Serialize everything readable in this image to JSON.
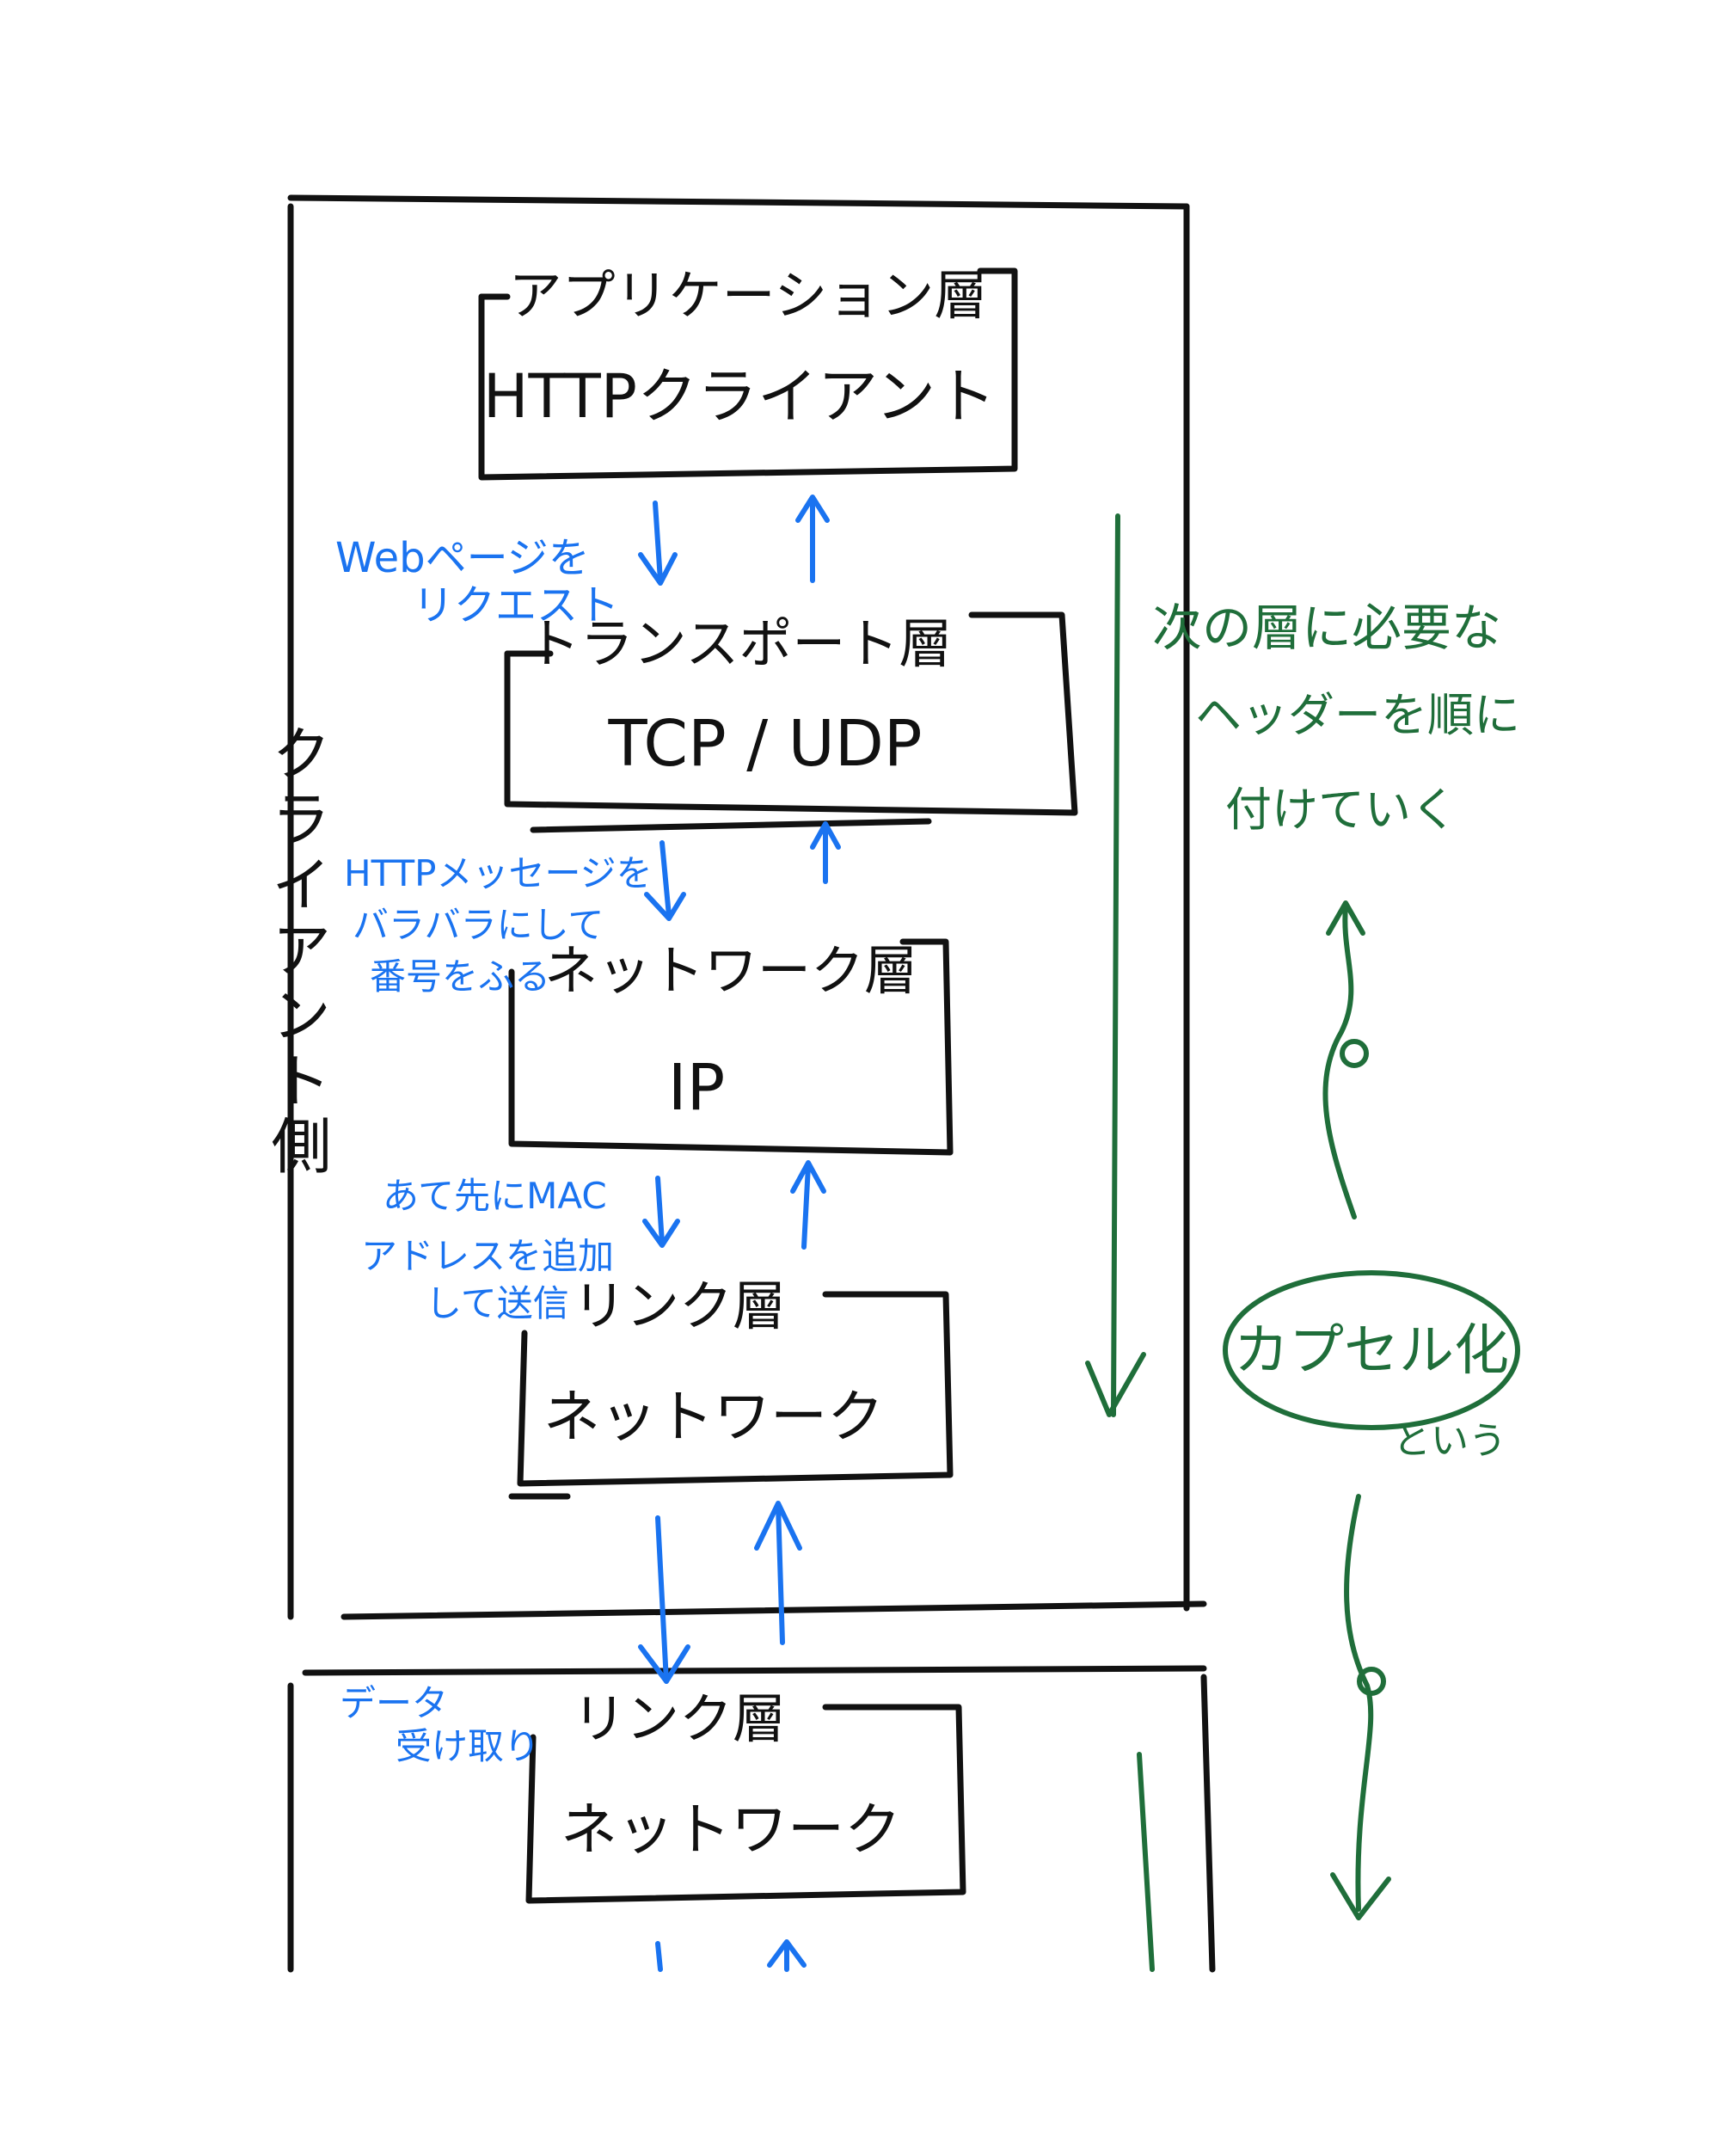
{
  "client_side_label": "クライアント側",
  "layers": [
    {
      "title": "アプリケーション層",
      "protocol": "HTTPクライアント"
    },
    {
      "title": "トランスポート層",
      "protocol": "TCP / UDP"
    },
    {
      "title": "ネットワーク層",
      "protocol": "IP"
    },
    {
      "title": "リンク層",
      "protocol": "ネットワーク"
    },
    {
      "title": "リンク層",
      "protocol": "ネットワーク"
    }
  ],
  "blue_notes": {
    "request": [
      "Webページを",
      "リクエスト"
    ],
    "split": [
      "HTTPメッセージを",
      "バラバラにして",
      "番号をふる"
    ],
    "mac": [
      "あて先にMAC",
      "アドレスを追加",
      "して送信"
    ],
    "receive": [
      "データ",
      "受け取り"
    ]
  },
  "green_notes": {
    "header": [
      "次の層に必要な",
      "ヘッダーを順に",
      "付けていく"
    ],
    "capsule": "カプセル化",
    "called": "という"
  },
  "colors": {
    "ink": "#111111",
    "blue": "#1a73f0",
    "green": "#1f6e3a"
  }
}
